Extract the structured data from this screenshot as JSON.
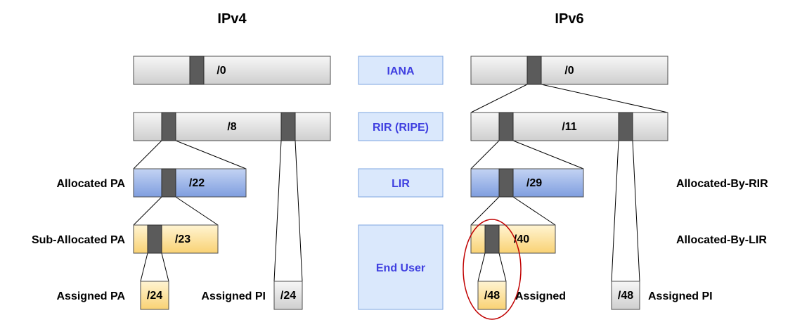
{
  "ipv4": {
    "title": "IPv4",
    "prefixes": {
      "p0": "/0",
      "p8": "/8",
      "p22": "/22",
      "p23": "/23",
      "p24_pa": "/24",
      "p24_pi": "/24"
    },
    "labels": {
      "allocated_pa": "Allocated PA",
      "sub_allocated_pa": "Sub-Allocated PA",
      "assigned_pa": "Assigned PA",
      "assigned_pi": "Assigned PI"
    }
  },
  "ipv6": {
    "title": "IPv6",
    "prefixes": {
      "p0": "/0",
      "p11": "/11",
      "p29": "/29",
      "p40": "/40",
      "p48_assigned": "/48",
      "p48_pi": "/48"
    },
    "labels": {
      "allocated_by_rir": "Allocated-By-RIR",
      "allocated_by_lir": "Allocated-By-LIR",
      "assigned": "Assigned",
      "assigned_pi": "Assigned PI"
    }
  },
  "levels": {
    "iana": "IANA",
    "rir": "RIR (RIPE)",
    "lir": "LIR",
    "end_user": "End User"
  },
  "colors": {
    "grey_fill": "#e3e3e3",
    "blue_fill": "#9cb4e6",
    "yellow_fill": "#fbe08f",
    "level_fill": "#dae8fc",
    "level_text": "#3f3fe0",
    "highlight_ellipse": "#c00000"
  }
}
